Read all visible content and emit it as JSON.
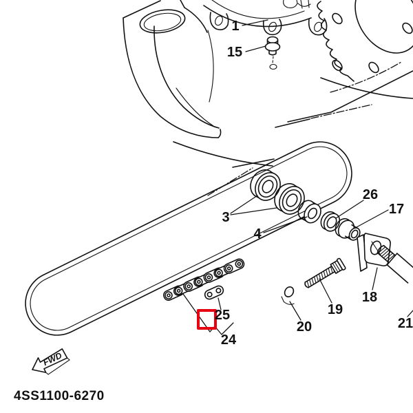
{
  "diagram": {
    "drawing_number": "4SS1100-6270",
    "direction_label": "FWD",
    "callouts": [
      {
        "num": "1"
      },
      {
        "num": "3"
      },
      {
        "num": "4"
      },
      {
        "num": "15"
      },
      {
        "num": "17"
      },
      {
        "num": "18"
      },
      {
        "num": "19"
      },
      {
        "num": "20"
      },
      {
        "num": "21"
      },
      {
        "num": "24"
      },
      {
        "num": "25"
      },
      {
        "num": "26"
      }
    ],
    "colors": {
      "line": "#111111",
      "background": "#ffffff",
      "highlight": "#e60012"
    }
  }
}
